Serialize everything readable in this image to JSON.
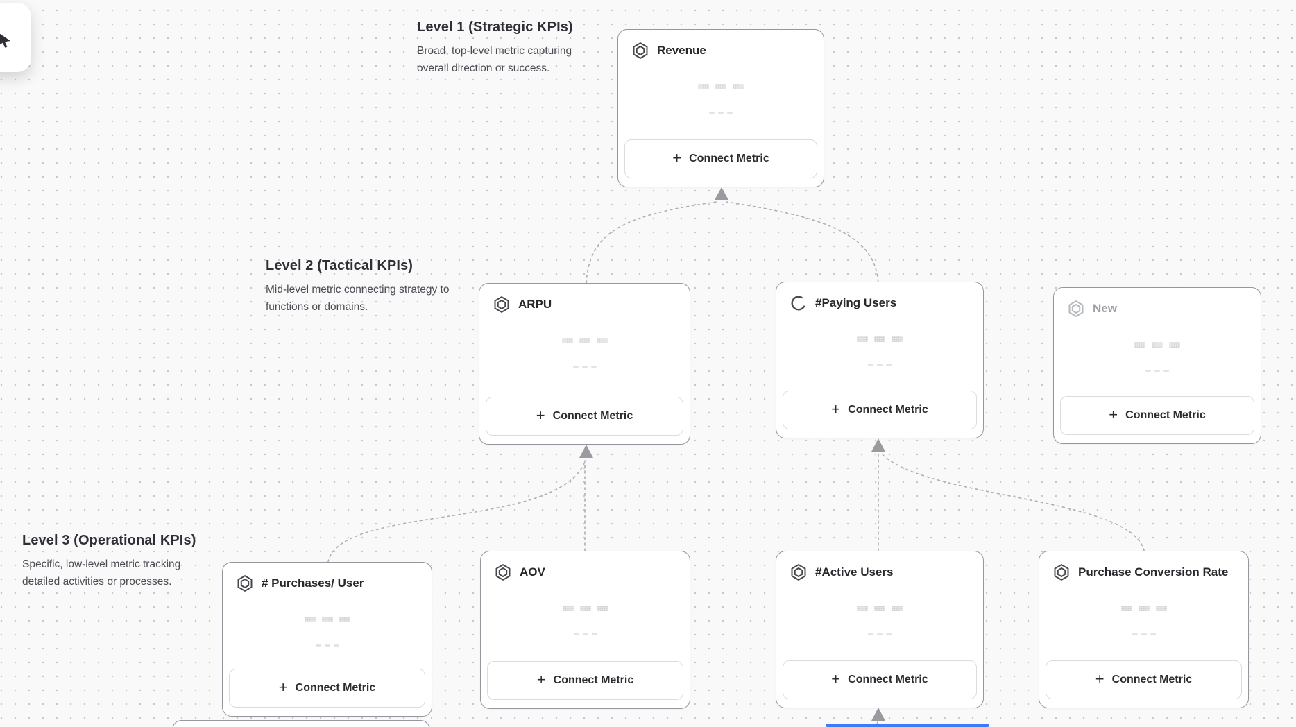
{
  "app": {
    "background": "#f9f9fa",
    "dot_color": "#c7c9cd",
    "card_border_color": "#96979c",
    "accent_blue": "#3e7bfa"
  },
  "ui": {
    "plus": "+",
    "connect_metric_label": "Connect Metric"
  },
  "levels": {
    "level1": {
      "title": "Level 1 (Strategic KPIs)",
      "description": "Broad, top-level metric capturing overall direction or success."
    },
    "level2": {
      "title": "Level 2 (Tactical KPIs)",
      "description": "Mid-level metric connecting strategy to functions or domains."
    },
    "level3": {
      "title": "Level 3 (Operational KPIs)",
      "description": "Specific, low-level metric tracking detailed activities or processes."
    }
  },
  "cards": {
    "revenue": {
      "title": "Revenue",
      "icon": "hexagon-icon",
      "level": 1
    },
    "arpu": {
      "title": "ARPU",
      "icon": "hexagon-icon",
      "level": 2
    },
    "paying_users": {
      "title": "#Paying Users",
      "icon": "spinner-icon",
      "level": 2
    },
    "new": {
      "title": "New",
      "icon": "hexagon-icon",
      "level": 2,
      "muted": true
    },
    "purchases_per_user": {
      "title": "# Purchases/ User",
      "icon": "hexagon-icon",
      "level": 3
    },
    "aov": {
      "title": "AOV",
      "icon": "hexagon-icon",
      "level": 3
    },
    "active_users": {
      "title": "#Active Users",
      "icon": "hexagon-icon",
      "level": 3
    },
    "purchase_conversion_rate": {
      "title": "Purchase Conversion Rate",
      "icon": "hexagon-icon",
      "level": 3
    }
  }
}
